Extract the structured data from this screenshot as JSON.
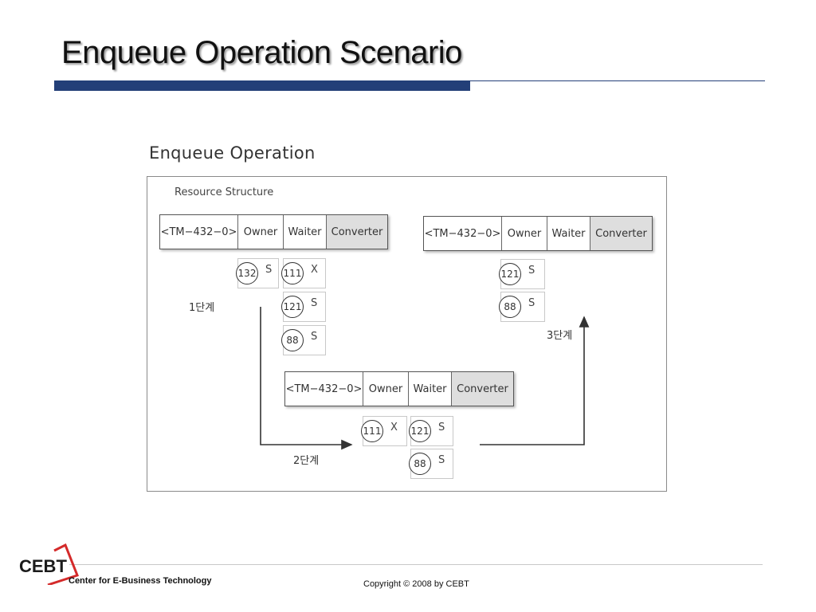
{
  "slide": {
    "title": "Enqueue Operation Scenario"
  },
  "figure": {
    "title": "Enqueue Operation",
    "section_label": "Resource Structure",
    "resource_columns": {
      "resource": "<TM−432−0>",
      "owner": "Owner",
      "waiter": "Waiter",
      "converter": "Converter"
    },
    "stage1": {
      "label": "1단계",
      "owner_lock": {
        "id": "132",
        "mode": "S"
      },
      "waiter_locks": [
        {
          "id": "111",
          "mode": "X"
        },
        {
          "id": "121",
          "mode": "S"
        },
        {
          "id": "88",
          "mode": "S"
        }
      ]
    },
    "stage2": {
      "label": "2단계",
      "owner_lock": {
        "id": "111",
        "mode": "X"
      },
      "waiter_locks": [
        {
          "id": "121",
          "mode": "S"
        },
        {
          "id": "88",
          "mode": "S"
        }
      ]
    },
    "stage3": {
      "label": "3단계",
      "owner_locks": [
        {
          "id": "121",
          "mode": "S"
        },
        {
          "id": "88",
          "mode": "S"
        }
      ]
    }
  },
  "footer": {
    "logo_text": "CEBT",
    "organization": "Center for E-Business Technology",
    "copyright": "Copyright © 2008 by CEBT"
  },
  "colors": {
    "title_bar": "#233f78",
    "logo_red": "#d42a2a",
    "converter_fill": "#dedede"
  }
}
